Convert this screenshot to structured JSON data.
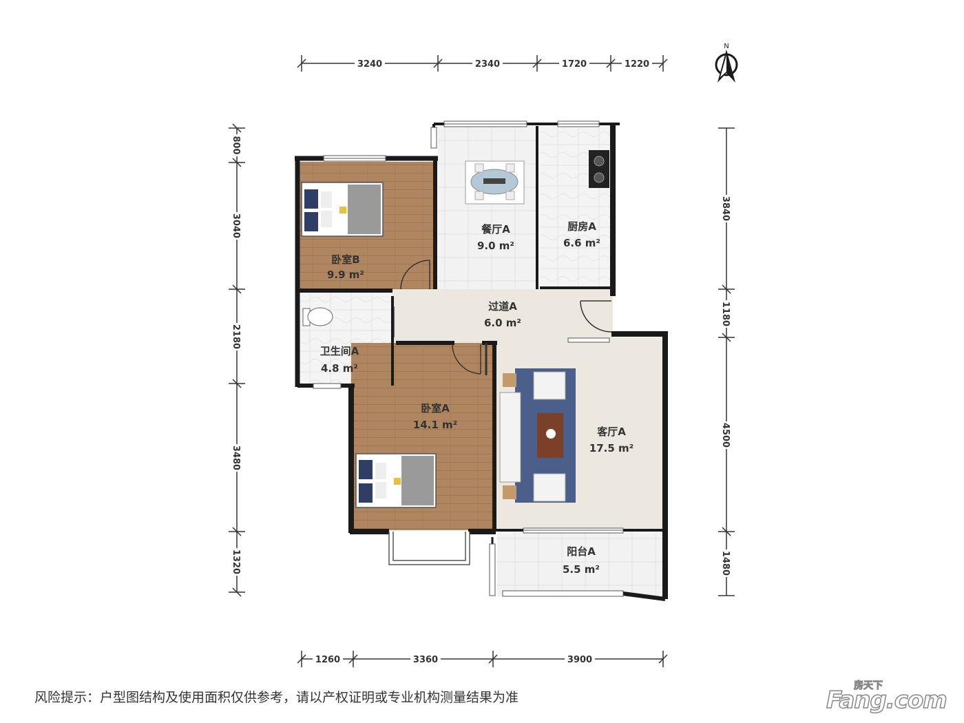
{
  "rooms": {
    "bedroom_b": {
      "name": "卧室B",
      "area": "9.9 m²"
    },
    "dining": {
      "name": "餐厅A",
      "area": "9.0 m²"
    },
    "kitchen": {
      "name": "厨房A",
      "area": "6.6 m²"
    },
    "hallway": {
      "name": "过道A",
      "area": "6.0 m²"
    },
    "bathroom": {
      "name": "卫生间A",
      "area": "4.8 m²"
    },
    "bedroom_a": {
      "name": "卧室A",
      "area": "14.1 m²"
    },
    "living": {
      "name": "客厅A",
      "area": "17.5 m²"
    },
    "balcony": {
      "name": "阳台A",
      "area": "5.5 m²"
    }
  },
  "dimensions": {
    "top": [
      "3240",
      "2340",
      "1720",
      "1220"
    ],
    "bottom": [
      "1260",
      "3360",
      "3900"
    ],
    "left": [
      "800",
      "3040",
      "2180",
      "3480",
      "1320"
    ],
    "right": [
      "3840",
      "1180",
      "4500",
      "1480"
    ]
  },
  "compass": {
    "label": "N"
  },
  "disclaimer": "风险提示：户型图结构及使用面积仅供参考，请以产权证明或专业机构测量结果为准",
  "watermark": {
    "small": "房天下",
    "big": "Fang.com"
  },
  "colors": {
    "wall": "#1a1a1a",
    "wood": "#b08660",
    "tile": "#f0f0f0",
    "floor": "#ece7df",
    "rug": "#4a5f8a"
  }
}
